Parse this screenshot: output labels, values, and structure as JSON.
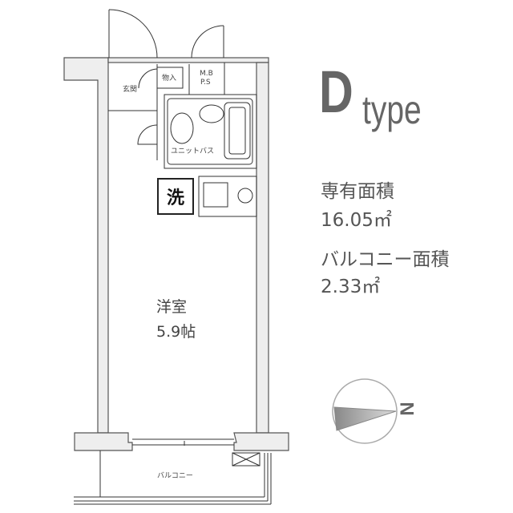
{
  "plan": {
    "entrance": "玄関",
    "storage": "物入",
    "mb_ps": "M.B\nP.S",
    "mb": "M.B",
    "ps": "P.S",
    "unit_bath": "ユニットバス",
    "washer": "洗",
    "room_name": "洋室",
    "room_size": "5.9帖",
    "balcony": "バルコニー"
  },
  "info": {
    "type_letter": "D",
    "type_word": "type",
    "area_label": "専有面積",
    "area_value": "16.05㎡",
    "balcony_area_label": "バルコニー面積",
    "balcony_area_value": "2.33㎡"
  },
  "compass": {
    "north_label": "N",
    "direction": "east"
  }
}
